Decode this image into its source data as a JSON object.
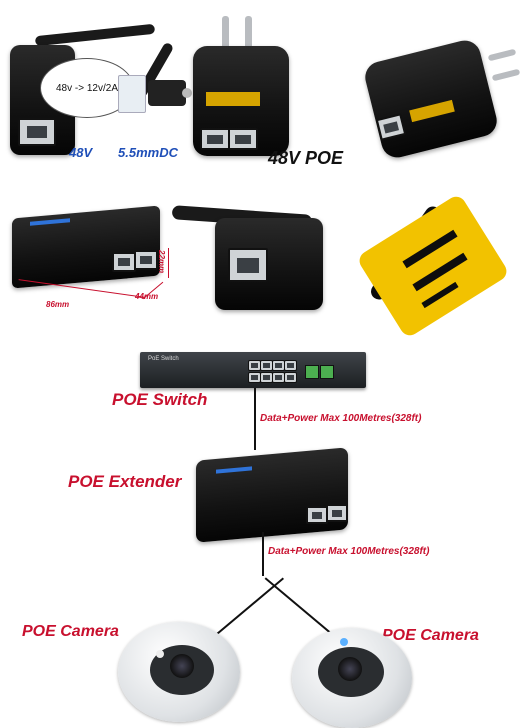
{
  "splitter": {
    "bubble": "48v -> 12v/2A",
    "label_48v": "48V",
    "label_dc": "5.5mmDC"
  },
  "adapter": {
    "label": "48V POE"
  },
  "extender_dims": {
    "width": "86mm",
    "depth": "44mm",
    "height": "22mm"
  },
  "switch": {
    "brand": "PoE Switch"
  },
  "diagram": {
    "switch_label": "POE Switch",
    "link1": "Data+Power Max 100Metres(328ft)",
    "extender_label": "POE Extender",
    "link2": "Data+Power Max 100Metres(328ft)",
    "camera_left": "POE Camera",
    "camera_right": "POE Camera"
  },
  "colors": {
    "red": "#c8102e",
    "blue": "#1f4fb8",
    "yellow": "#f2c200"
  }
}
